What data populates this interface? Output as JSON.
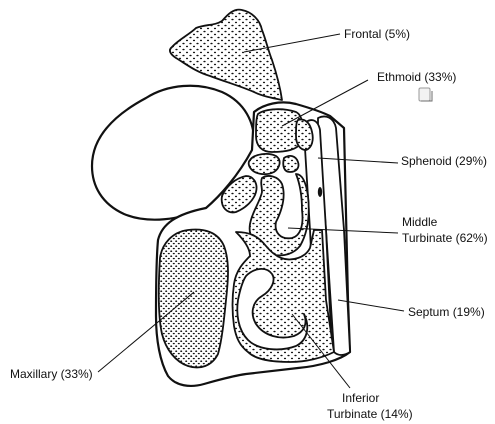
{
  "labels": {
    "frontal": "Frontal (5%)",
    "ethmoid": "Ethmoid (33%)",
    "sphenoid": "Sphenoid (29%)",
    "middle_turbinate_1": "Middle",
    "middle_turbinate_2": "Turbinate (62%)",
    "septum": "Septum (19%)",
    "maxillary": "Maxillary (33%)",
    "inferior_turbinate_1": "Inferior",
    "inferior_turbinate_2": "Turbinate (14%)"
  },
  "icons": {
    "note": "note-icon"
  }
}
